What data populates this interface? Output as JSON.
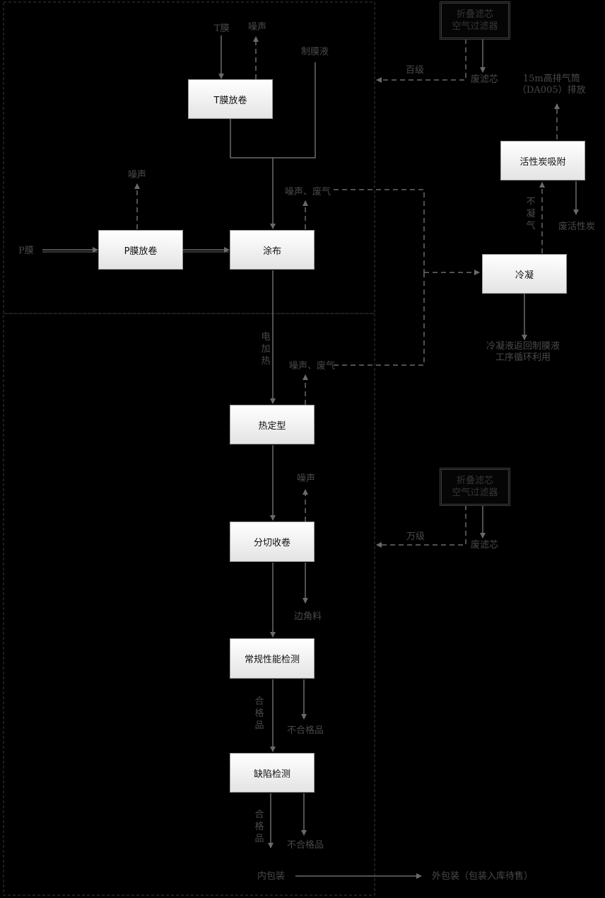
{
  "boxes": {
    "t_unwind": "T膜放卷",
    "p_unwind": "P膜放卷",
    "coating": "涂布",
    "heat_set": "热定型",
    "slitting": "分切收卷",
    "routine_test": "常规性能检测",
    "defect_test": "缺陷检测",
    "carbon_adsorb": "活性炭吸附",
    "condense": "冷凝"
  },
  "filters": {
    "top": [
      "折叠滤芯",
      "空气过滤器"
    ],
    "mid": [
      "折叠滤芯",
      "空气过滤器"
    ]
  },
  "labels": {
    "t_film": "T膜",
    "p_film": "P膜",
    "noise_top": "噪声",
    "membrane_liquid": "制膜液",
    "noise_p": "噪声",
    "noise_gas_1": "噪声、废气",
    "noise_gas_2": "噪声、废气",
    "electric_heat": "电加热",
    "noise_slit": "噪声",
    "edge_scrap": "边角料",
    "qualified_1": "合格品",
    "unqualified_1": "不合格品",
    "qualified_2": "合格品",
    "unqualified_2": "不合格品",
    "inner_pack": "内包装",
    "outer_pack": "外包装（包装入库待售）",
    "grade_hundred": "百级",
    "grade_ten_thousand": "万级",
    "waste_filter_1": "废滤芯",
    "waste_filter_2": "废滤芯",
    "stack": [
      "15m高排气筒",
      "（DA005）排放"
    ],
    "non_condensable": "不凝气",
    "waste_carbon": "废活性炭",
    "condensate": [
      "冷凝液返回制膜液",
      "工序循环利用"
    ]
  }
}
